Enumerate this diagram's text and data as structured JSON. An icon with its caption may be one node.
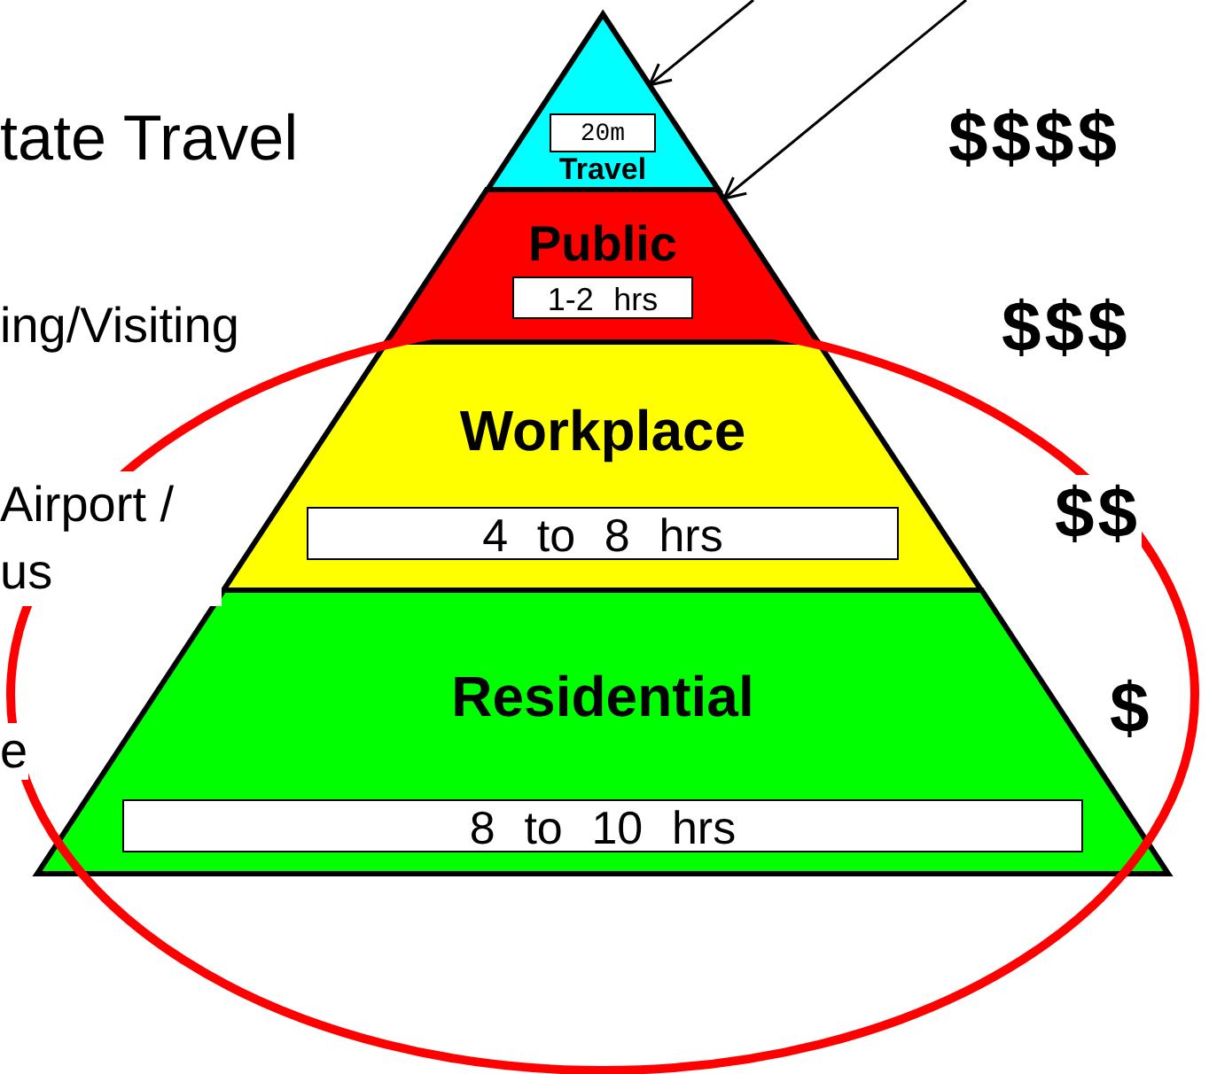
{
  "diagram": {
    "nodes": [
      {
        "text": [
          "20m",
          "Travel"
        ]
      },
      {
        "text": [
          "Public",
          "1-2 hrs"
        ]
      },
      {
        "text": [
          "Workplace",
          "4 to 8 hrs"
        ]
      },
      {
        "text": [
          "Residential",
          "8 to 10 hrs"
        ]
      }
    ],
    "edges": [
      {
        "from": null,
        "to": 0,
        "arrow": "to"
      },
      {
        "from": null,
        "to": 1,
        "arrow": "to"
      }
    ],
    "labels": [
      "tate Travel",
      "$$$$",
      "ing/Visiting",
      "$$$",
      "Airport / us",
      "$$",
      "e",
      "$"
    ]
  }
}
